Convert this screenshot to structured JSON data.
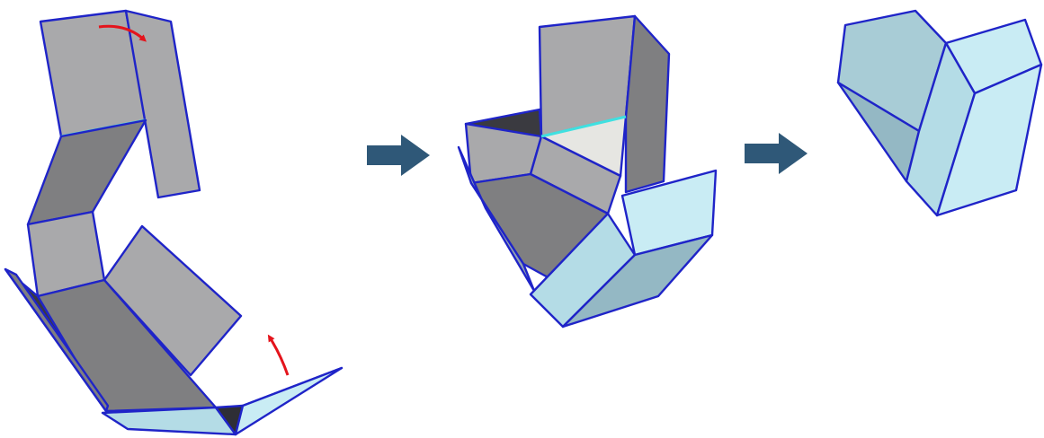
{
  "diagram": {
    "steps": [
      {
        "id": "unfolded-net",
        "fold_arrows": 2
      },
      {
        "id": "partially-folded"
      },
      {
        "id": "folded-solid"
      }
    ],
    "transitions": 2,
    "colors": {
      "gray_face": "#a9a9ab",
      "dark_gray_face": "#7f7f81",
      "shadow_face": "#3a3a40",
      "light_blue_face": "#b4dce6",
      "pale_blue_face": "#c9ecf4",
      "blue_gray_face": "#94b8c4",
      "edge": "#1f24c8",
      "highlight_edge": "#3fe0e0",
      "fold_arrow": "#e4141c",
      "step_arrow": "#2f5878"
    }
  }
}
